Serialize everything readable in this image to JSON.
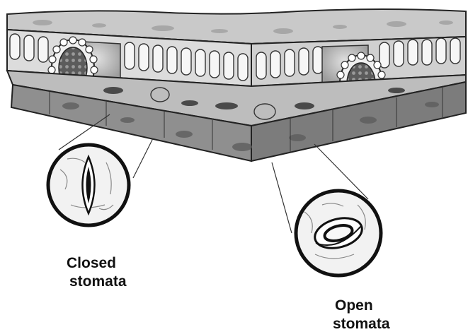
{
  "labels": {
    "closed": {
      "line1": "Closed",
      "line2": "stomata"
    },
    "open": {
      "line1": "Open",
      "line2": "stomata"
    }
  },
  "icons": [
    "leaf-cross-section",
    "closed-stoma",
    "open-stoma"
  ],
  "colors": {
    "ink": "#111111",
    "leaf_top": "#c8c8c8",
    "leaf_front": "#8e8e8e",
    "leaf_side": "#7a7a7a",
    "cell": "#f4f4f4",
    "vein": "#5a5a5a"
  }
}
